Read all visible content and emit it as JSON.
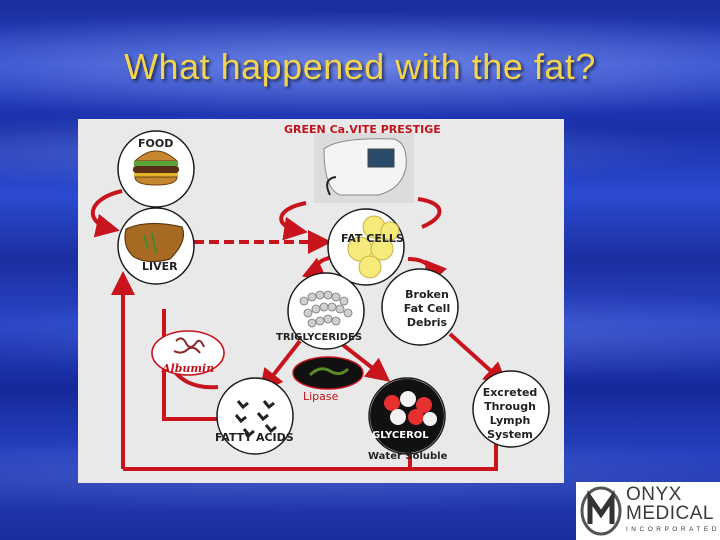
{
  "slide": {
    "title": "What happened with the fat?"
  },
  "diagram": {
    "title": "GREEN Ca.VITE PRESTIGE",
    "food": "FOOD",
    "liver": "LIVER",
    "fat_cells": "FAT CELLS",
    "broken_debris": "Broken Fat Cell Debris",
    "triglycerides": "TRIGLYCERIDES",
    "albumin": "Albumin",
    "lipase": "Lipase",
    "fatty_acids": "FATTY ACIDS",
    "glycerol": "GLYCEROL",
    "water_soluble": "Water Soluble",
    "excreted": "Excreted Through Lymph System",
    "colors": {
      "arrow": "#c8141c",
      "accent_title": "#c0141c",
      "fat": "#f5ea7a"
    }
  },
  "logo": {
    "line1": "ONYX",
    "line2": "MEDICAL",
    "line3": "INCORPORATED"
  }
}
